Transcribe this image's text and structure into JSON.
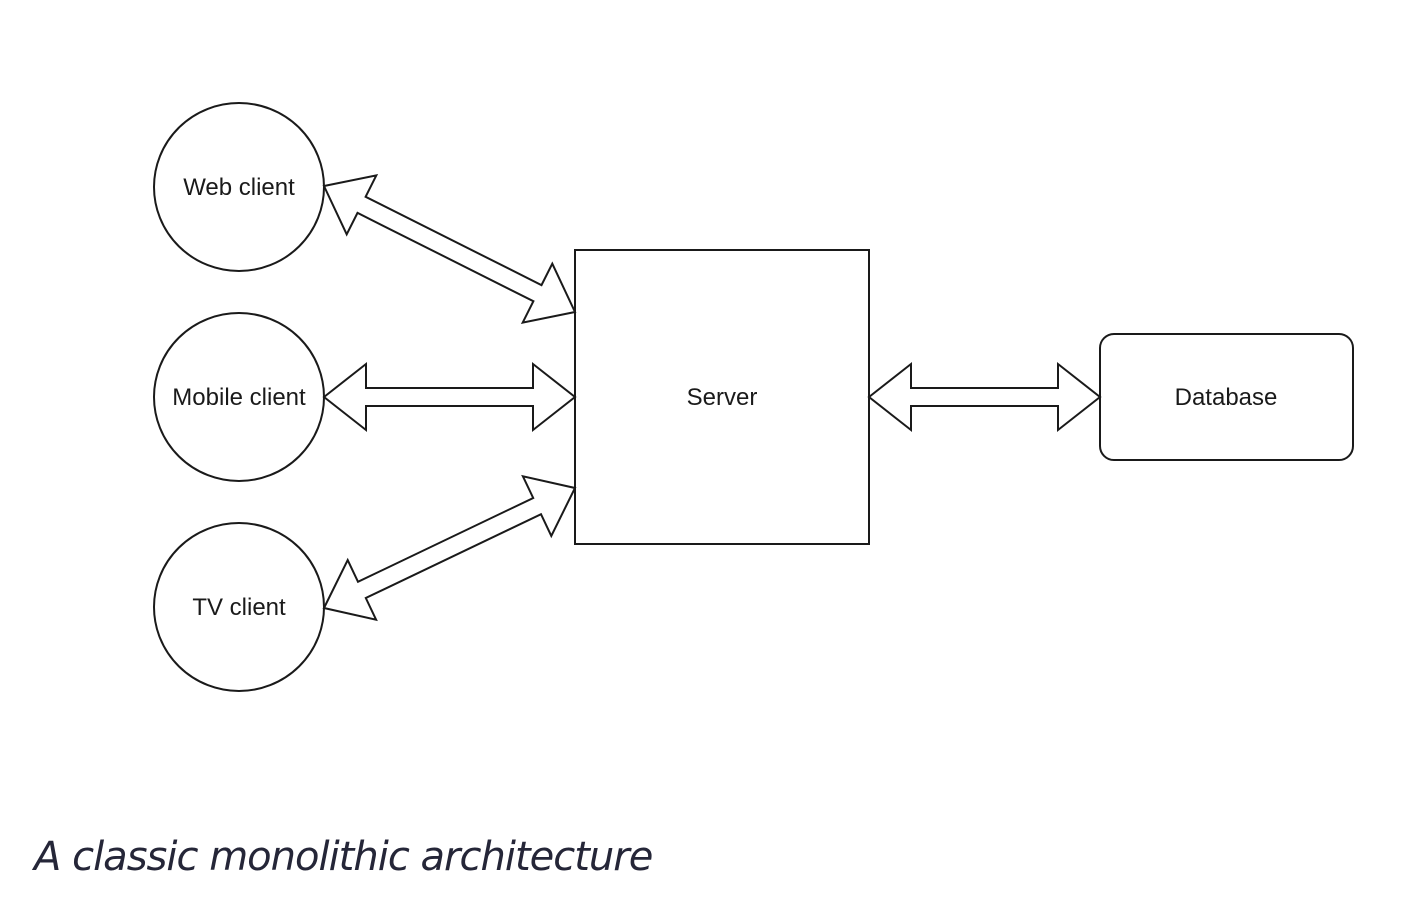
{
  "nodes": {
    "web_client": "Web client",
    "mobile_client": "Mobile client",
    "tv_client": "TV client",
    "server": "Server",
    "database": "Database"
  },
  "connections": [
    {
      "from": "web_client",
      "to": "server",
      "direction": "bidirectional"
    },
    {
      "from": "mobile_client",
      "to": "server",
      "direction": "bidirectional"
    },
    {
      "from": "tv_client",
      "to": "server",
      "direction": "bidirectional"
    },
    {
      "from": "server",
      "to": "database",
      "direction": "bidirectional"
    }
  ],
  "caption": "A classic monolithic architecture",
  "colors": {
    "stroke": "#1a1a1a",
    "fill": "#ffffff",
    "caption_text": "#252638"
  }
}
